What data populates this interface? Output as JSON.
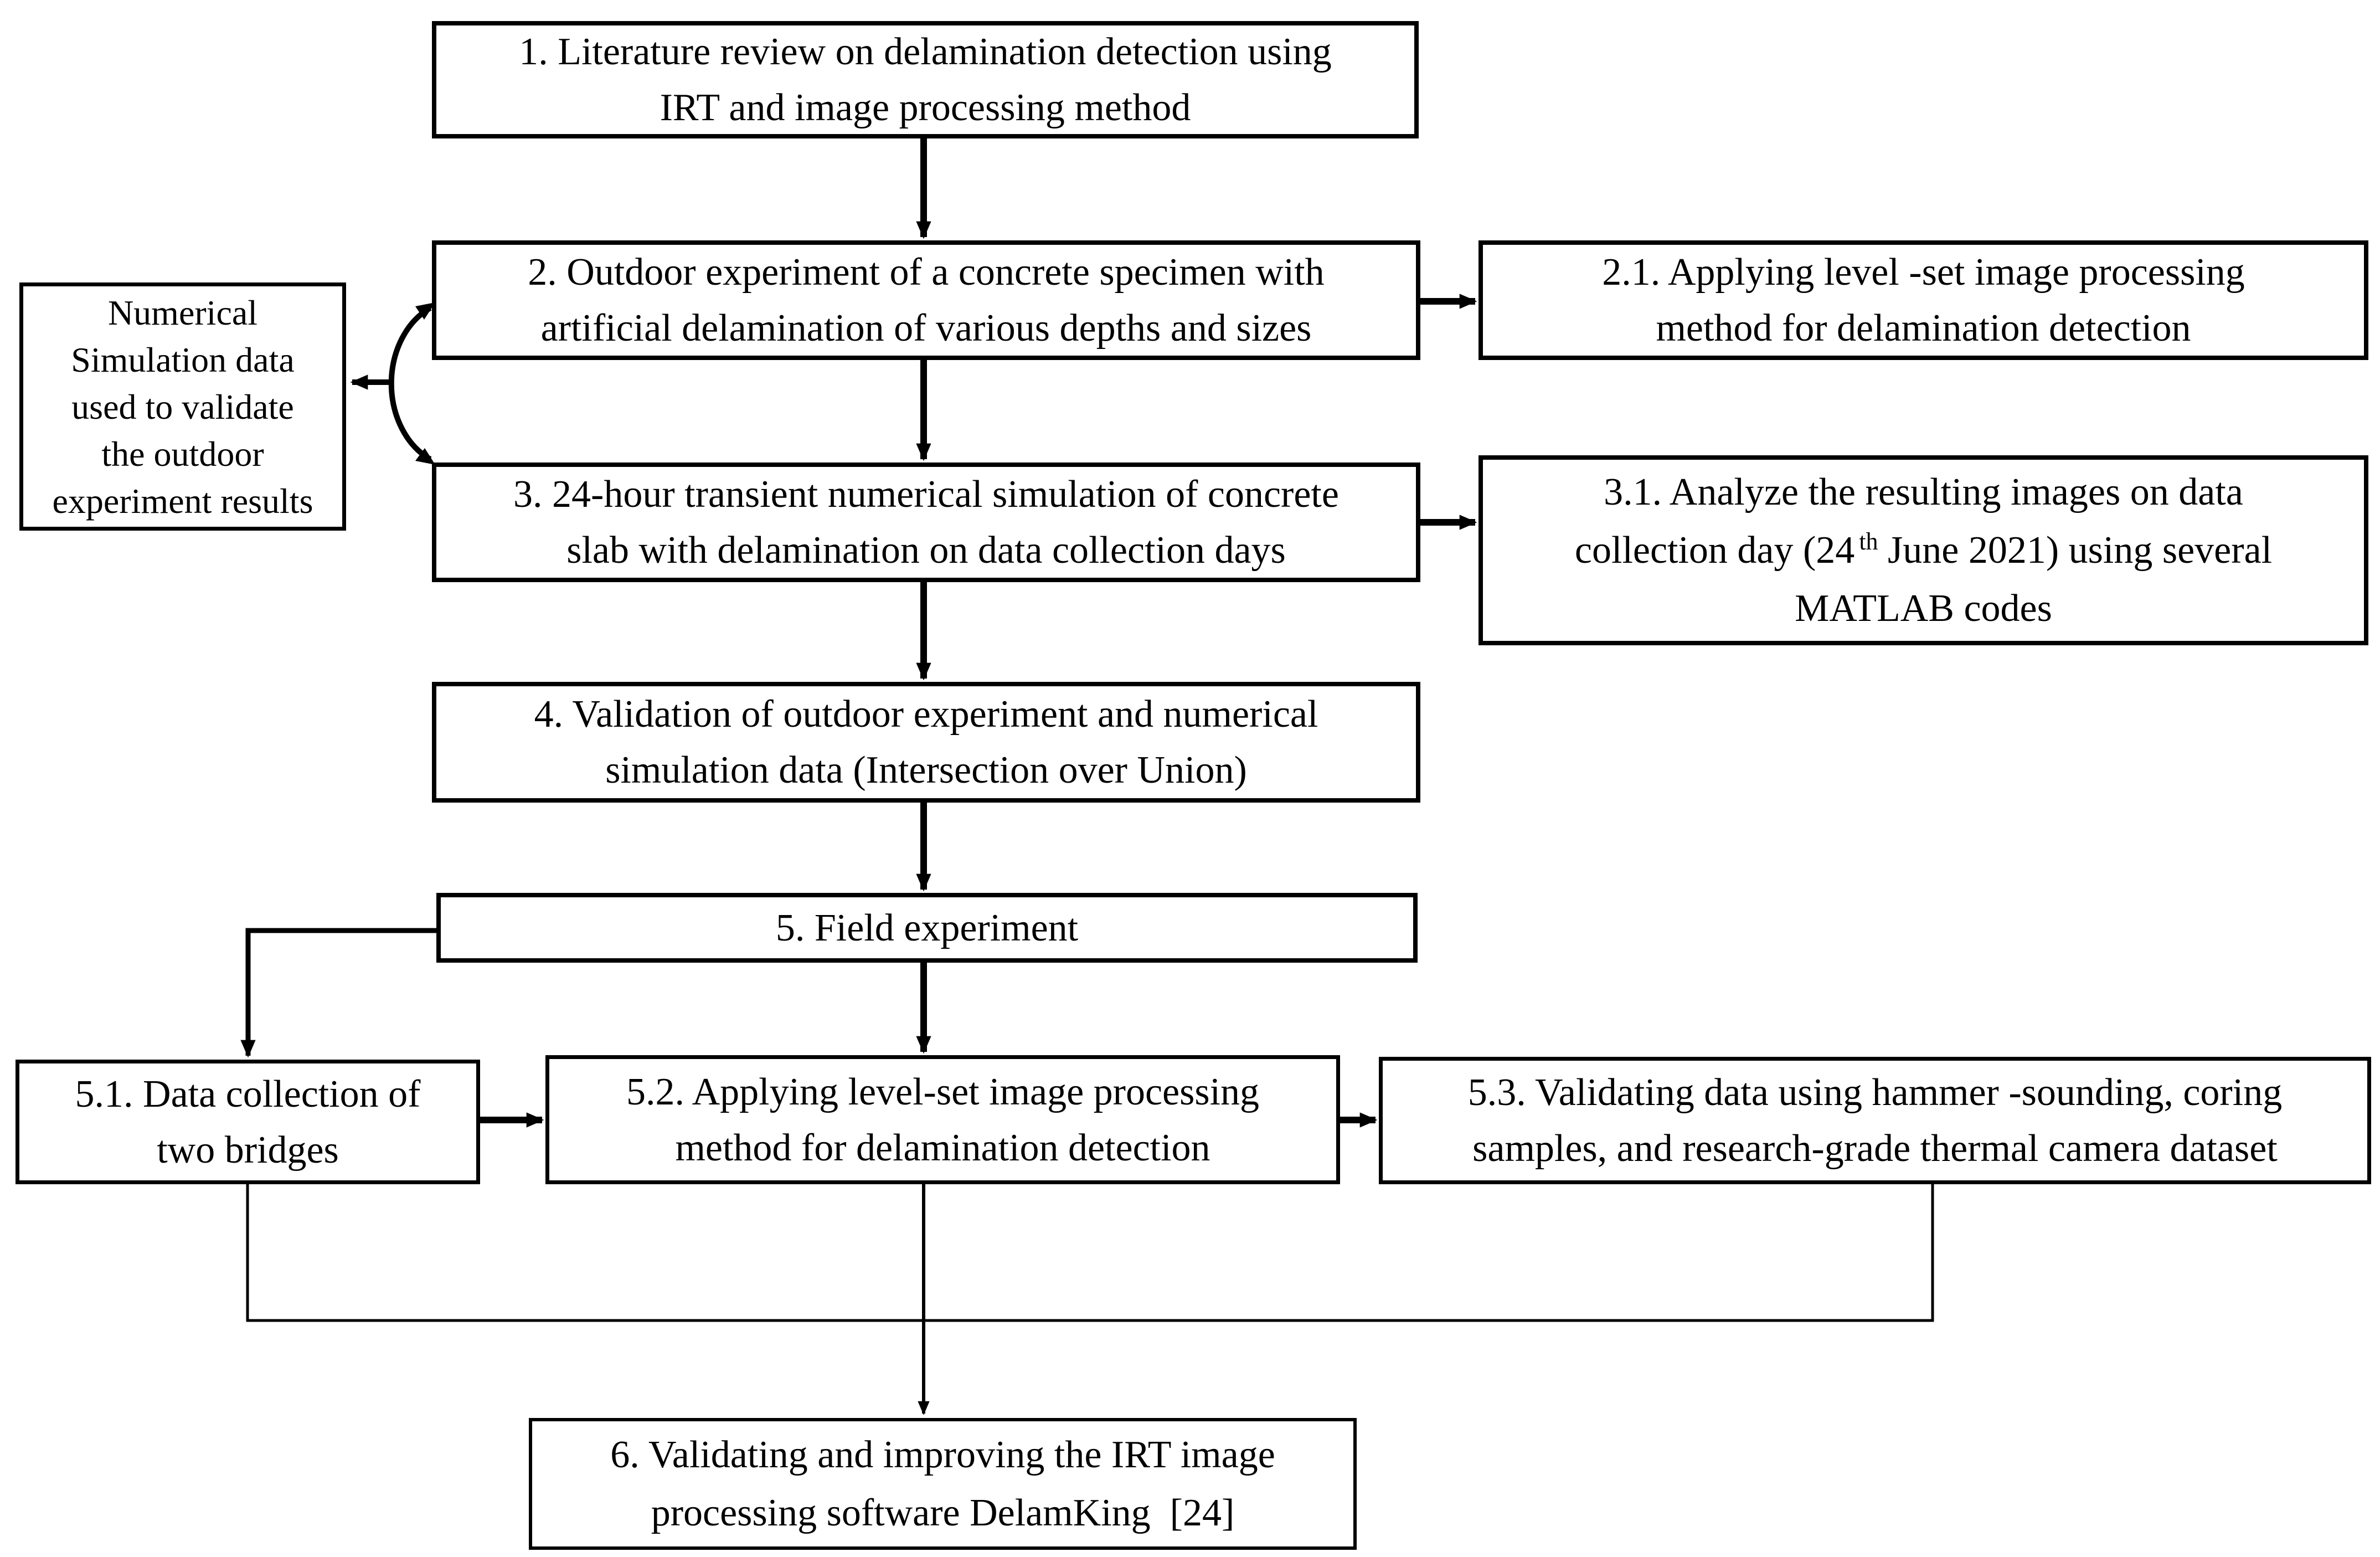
{
  "figure": {
    "type": "flowchart",
    "background_color": "#ffffff",
    "line_color": "#000000",
    "nodes": {
      "n1": {
        "lines": [
          "1. Literature review on delamination detection using",
          "IRT and image processing method"
        ]
      },
      "n2": {
        "lines": [
          "2. Outdoor experiment of a concrete specimen with",
          "artificial delamination of various depths and sizes"
        ]
      },
      "n21": {
        "lines": [
          "2.1. Applying level -set image processing",
          "method for delamination detection"
        ]
      },
      "ns": {
        "lines": [
          "Numerical",
          "Simulation data",
          "used to validate",
          "the outdoor",
          "experiment results"
        ]
      },
      "n3": {
        "lines": [
          "3. 24-hour transient numerical simulation of concrete",
          "slab with delamination on data collection days"
        ]
      },
      "n31": {
        "line1": "3.1. Analyze the resulting images on data",
        "line2_pre": "collection day (24",
        "line2_sup": "th",
        "line2_post": " June 2021) using several",
        "line3": "MATLAB codes"
      },
      "n4": {
        "lines": [
          "4. Validation of outdoor experiment and numerical",
          "simulation data (Intersection over Union)"
        ]
      },
      "n5": {
        "lines": [
          "5. Field experiment"
        ]
      },
      "n51": {
        "lines": [
          "5.1. Data collection of",
          "two bridges"
        ]
      },
      "n52": {
        "lines": [
          "5.2. Applying level-set image processing",
          "method for delamination detection"
        ]
      },
      "n53": {
        "lines": [
          "5.3. Validating data using hammer -sounding, coring",
          "samples, and research-grade thermal camera dataset"
        ]
      },
      "n6": {
        "lines": [
          "6. Validating and improving the IRT image",
          "processing software DelamKing  [24]"
        ]
      }
    },
    "edges": [
      {
        "from": "1",
        "to": "2",
        "style": "arrow-down"
      },
      {
        "from": "2",
        "to": "2.1",
        "style": "arrow-right"
      },
      {
        "from": "2",
        "to": "3",
        "style": "arrow-down"
      },
      {
        "from": "3",
        "to": "3.1",
        "style": "arrow-right"
      },
      {
        "from": "3",
        "to": "4",
        "style": "arrow-down"
      },
      {
        "from": "4",
        "to": "5",
        "style": "arrow-down"
      },
      {
        "from": "5",
        "to": "5.1",
        "style": "elbow-arrow-left-down"
      },
      {
        "from": "5",
        "to": "5.2",
        "style": "arrow-down"
      },
      {
        "from": "5.1",
        "to": "5.2",
        "style": "arrow-right"
      },
      {
        "from": "5.2",
        "to": "5.3",
        "style": "arrow-right"
      },
      {
        "from": "5.1, 5.2, 5.3",
        "to": "6",
        "style": "merge-bus-arrow-down"
      },
      {
        "from": "2 and 3",
        "to": "Numerical Simulation box",
        "style": "curved-double-arrow-with-left-branch"
      }
    ]
  }
}
